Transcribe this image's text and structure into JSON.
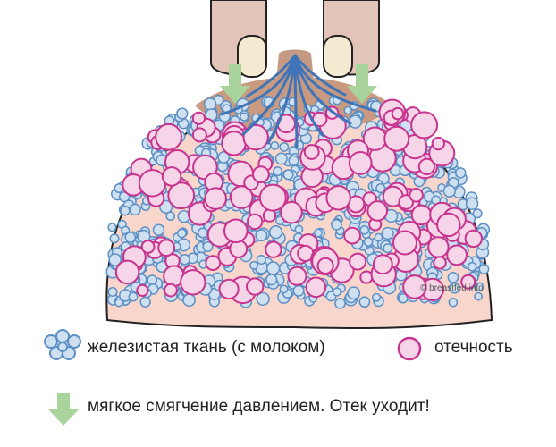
{
  "diagram": {
    "copyright": "© breastfed.info",
    "legend": {
      "glandular_label": "железистая ткань (с молоком)",
      "edema_label": "отечность",
      "pressure_label": "мягкое смягчение давлением. Отек уходит!"
    },
    "icons": {
      "glandular": "glandular-tissue-cluster-icon",
      "edema": "edema-circle-icon",
      "pressure": "down-arrow-icon"
    },
    "colors": {
      "skin": "#f8d6cc",
      "skin_outline": "#222222",
      "areola": "#c99a80",
      "nipple": "#c49a84",
      "fingers": "#e2c4b8",
      "fingernail": "#f4ead2",
      "glandular_fill": "#cfe1f1",
      "glandular_stroke": "#5c8fc4",
      "edema_fill": "#f7d5e8",
      "edema_stroke": "#c8338e",
      "ducts": "#3f74b8",
      "arrow": "#a8d39a"
    }
  }
}
